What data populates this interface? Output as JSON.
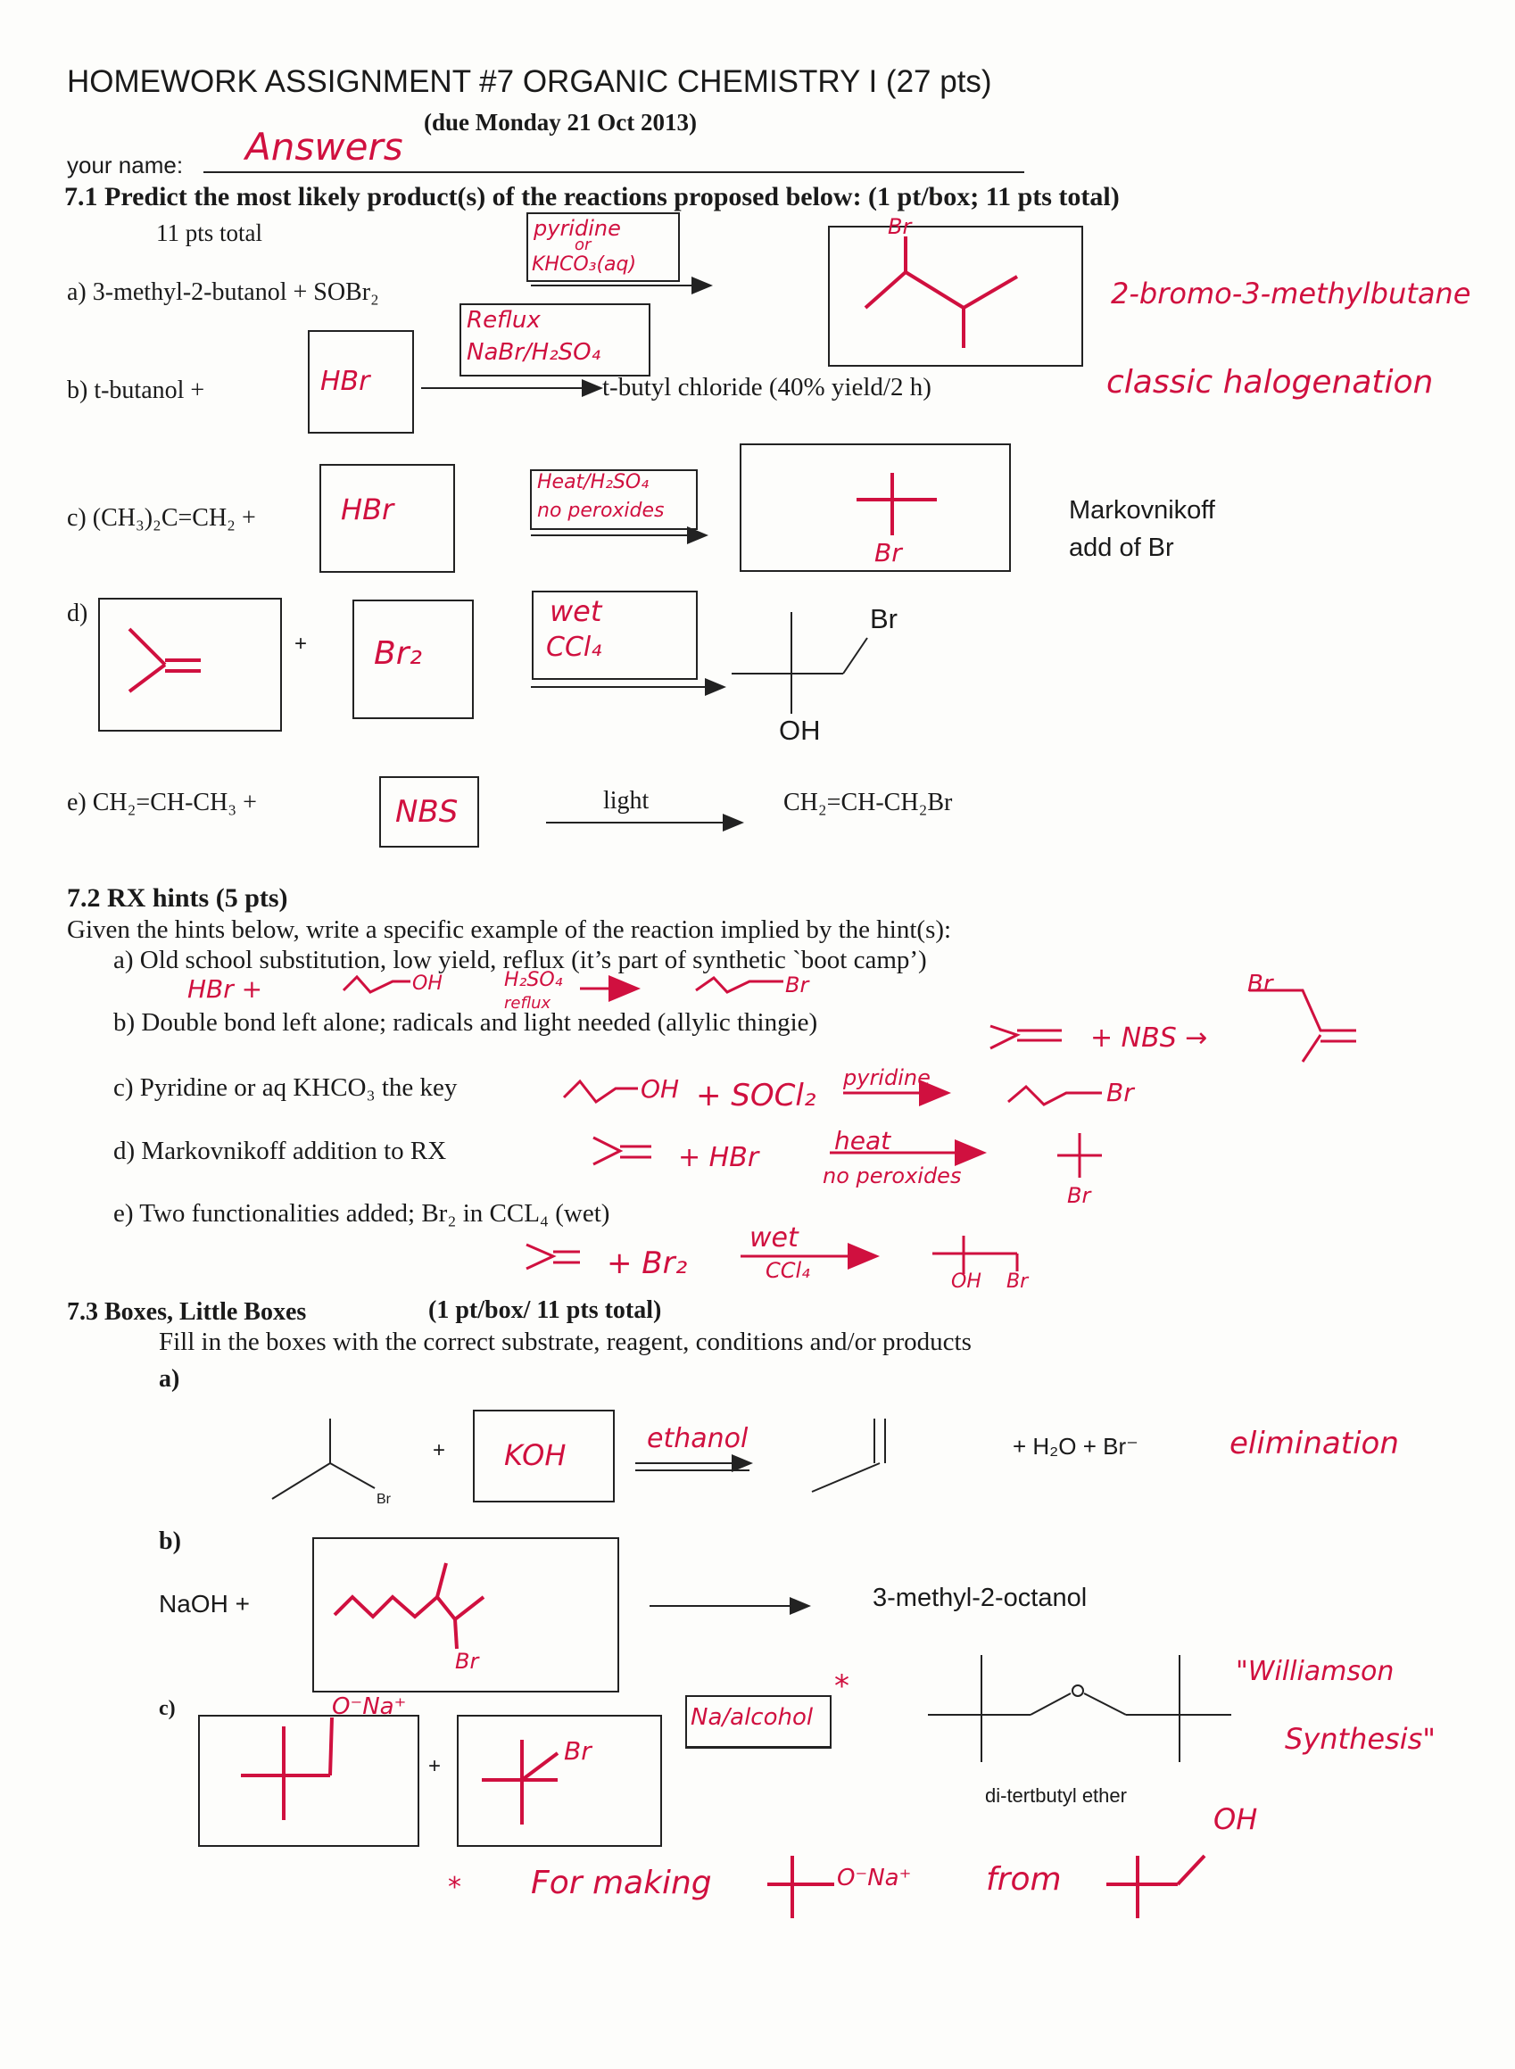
{
  "header": {
    "title": "HOMEWORK ASSIGNMENT #7    ORGANIC CHEMISTRY I   (27 pts)",
    "due": "(due Monday 21 Oct  2013)",
    "name_label": "your name:",
    "name_value": "Answers"
  },
  "s71": {
    "heading": "7.1   Predict the most likely product(s) of the reactions proposed below:  (1 pt/box; 11 pts total)",
    "subtotal": "11 pts total",
    "a": {
      "label": "a)  3-methyl-2-butanol + SOBr₂",
      "cond1": "pyridine",
      "cond2": "or",
      "cond3": "KHCO₃(aq)",
      "product_br": "Br",
      "note": "2-bromo-3-methylbutane"
    },
    "b": {
      "label": "b)  t-butanol +",
      "reagent": "HBr",
      "cond1": "Reflux",
      "cond2": "NaBr/H₂SO₄",
      "product": "t-butyl chloride (40% yield/2 h)",
      "note": "classic halogenation"
    },
    "c": {
      "label": "c)  (CH₃)₂C=CH₂   +",
      "reagent": "HBr",
      "cond1": "Heat/H₂SO₄",
      "cond2": "no peroxides",
      "product_br": "Br",
      "note1": "Markovnikoff",
      "note2": "add of Br"
    },
    "d": {
      "label": "d)",
      "plus": "+",
      "reagent": "Br₂",
      "cond1": "wet",
      "cond2": "CCl₄",
      "br": "Br",
      "oh": "OH"
    },
    "e": {
      "label": "e)  CH₂=CH-CH₃ +",
      "reagent": "NBS",
      "cond": "light",
      "product": "CH₂=CH-CH₂Br"
    }
  },
  "s72": {
    "heading": "7.2  RX hints  (5 pts)",
    "intro": "Given the hints below, write a specific example of the reaction implied by the hint(s):",
    "a": {
      "label": "a)   Old school substitution, low yield, reflux (it’s part of synthetic `boot camp’)",
      "ans1": "HBr +",
      "ans_oh": "OH",
      "ans_cond1": "H₂SO₄",
      "ans_cond2": "reflux",
      "ans_br": "Br"
    },
    "b": {
      "label": "b)   Double bond left alone; radicals and light needed (allylic thingie)",
      "ans": "+ NBS →",
      "ans_br": "Br"
    },
    "c": {
      "label": "c)   Pyridine or aq KHCO₃ the key",
      "ans_oh": "OH",
      "ans_plus": "+ SOCl₂",
      "ans_cond": "pyridine",
      "ans_br": "Br"
    },
    "d": {
      "label": "d)   Markovnikoff addition to RX",
      "ans_plus": "+ HBr",
      "ans_cond1": "heat",
      "ans_cond2": "no peroxides",
      "ans_br": "Br"
    },
    "e": {
      "label": "e)   Two functionalities added; Br₂ in CCL₄ (wet)",
      "ans_plus": "+ Br₂",
      "ans_cond1": "wet",
      "ans_cond2": "CCl₄",
      "ans_oh": "OH",
      "ans_br": "Br"
    }
  },
  "s73": {
    "heading": "7.3  Boxes, Little Boxes",
    "points": "(1 pt/box/ 11 pts total)",
    "intro": "Fill in the boxes with the correct substrate, reagent, conditions and/or products",
    "a": {
      "label": "a)",
      "br": "Br",
      "plus": "+",
      "reagent": "KOH",
      "cond": "ethanol",
      "byproducts": "+  H₂O + Br⁻",
      "note": "elimination"
    },
    "b": {
      "label": "b)",
      "naoh": "NaOH  +",
      "br": "Br",
      "product": "3-methyl-2-octanol"
    },
    "c": {
      "label": "c)",
      "ona": "O⁻Na⁺",
      "plus": "+",
      "br": "Br",
      "cond": "Na/alcohol",
      "star": "*",
      "product": "di-tertbutyl  ether",
      "note1": "\"Williamson",
      "note2": "Synthesis\"",
      "foot_star": "*",
      "foot1": "For making",
      "foot2": "O⁻Na⁺",
      "foot3": "from",
      "foot_oh": "OH"
    }
  }
}
